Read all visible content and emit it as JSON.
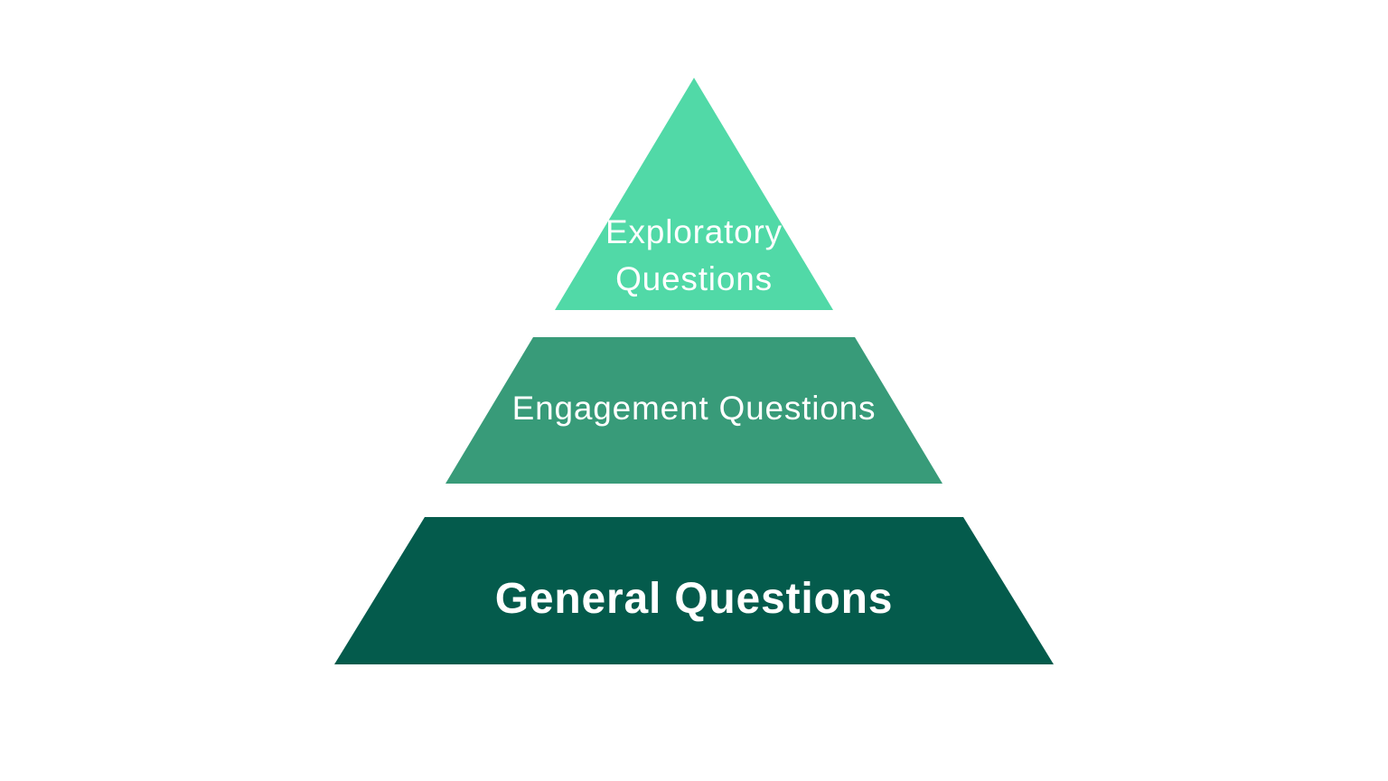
{
  "diagram": {
    "type": "pyramid",
    "background_color": "#ffffff",
    "text_color": "#ffffff",
    "levels": [
      {
        "position": "top",
        "label": "Exploratory Questions",
        "line1": "Exploratory",
        "line2": "Questions",
        "color": "#51d9a7"
      },
      {
        "position": "middle",
        "label": "Engagement Questions",
        "color": "#389b79"
      },
      {
        "position": "bottom",
        "label": "General Questions",
        "color": "#045b4c"
      }
    ]
  }
}
